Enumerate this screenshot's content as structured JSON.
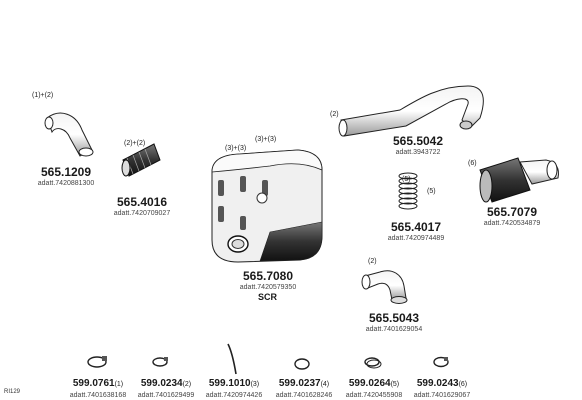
{
  "parts": {
    "p1": {
      "number": "565.1209",
      "ref": "adatt.7420881300",
      "qty": "(1)+(2)"
    },
    "p2": {
      "number": "565.4016",
      "ref": "adatt.7420709027",
      "qty": "(2)+(2)"
    },
    "p3": {
      "number": "565.7080",
      "ref": "adatt.7420579350",
      "qty_a": "(3)+(3)",
      "qty_b": "(3)+(3)",
      "note": "SCR"
    },
    "p4": {
      "number": "565.5042",
      "ref": "adatt.3943722",
      "qty": "(2)"
    },
    "p5": {
      "number": "565.4017",
      "ref": "adatt.7420974489",
      "qty": "(5)"
    },
    "p6": {
      "number": "565.7079",
      "ref": "adatt.7420534879",
      "qty": "(6)"
    },
    "p7": {
      "number": "565.5043",
      "ref": "adatt.7401629054",
      "qty": "(2)"
    }
  },
  "small_parts": [
    {
      "number": "599.0761",
      "qty": "(1)",
      "ref": "adatt.7401638168"
    },
    {
      "number": "599.0234",
      "qty": "(2)",
      "ref": "adatt.7401629499"
    },
    {
      "number": "599.1010",
      "qty": "(3)",
      "ref": "adatt.7420974426"
    },
    {
      "number": "599.0237",
      "qty": "(4)",
      "ref": "adatt.7401628246"
    },
    {
      "number": "599.0264",
      "qty": "(5)",
      "ref": "adatt.7420455908"
    },
    {
      "number": "599.0243",
      "qty": "(6)",
      "ref": "adatt.7401629067"
    }
  ],
  "page_code": "RI129"
}
